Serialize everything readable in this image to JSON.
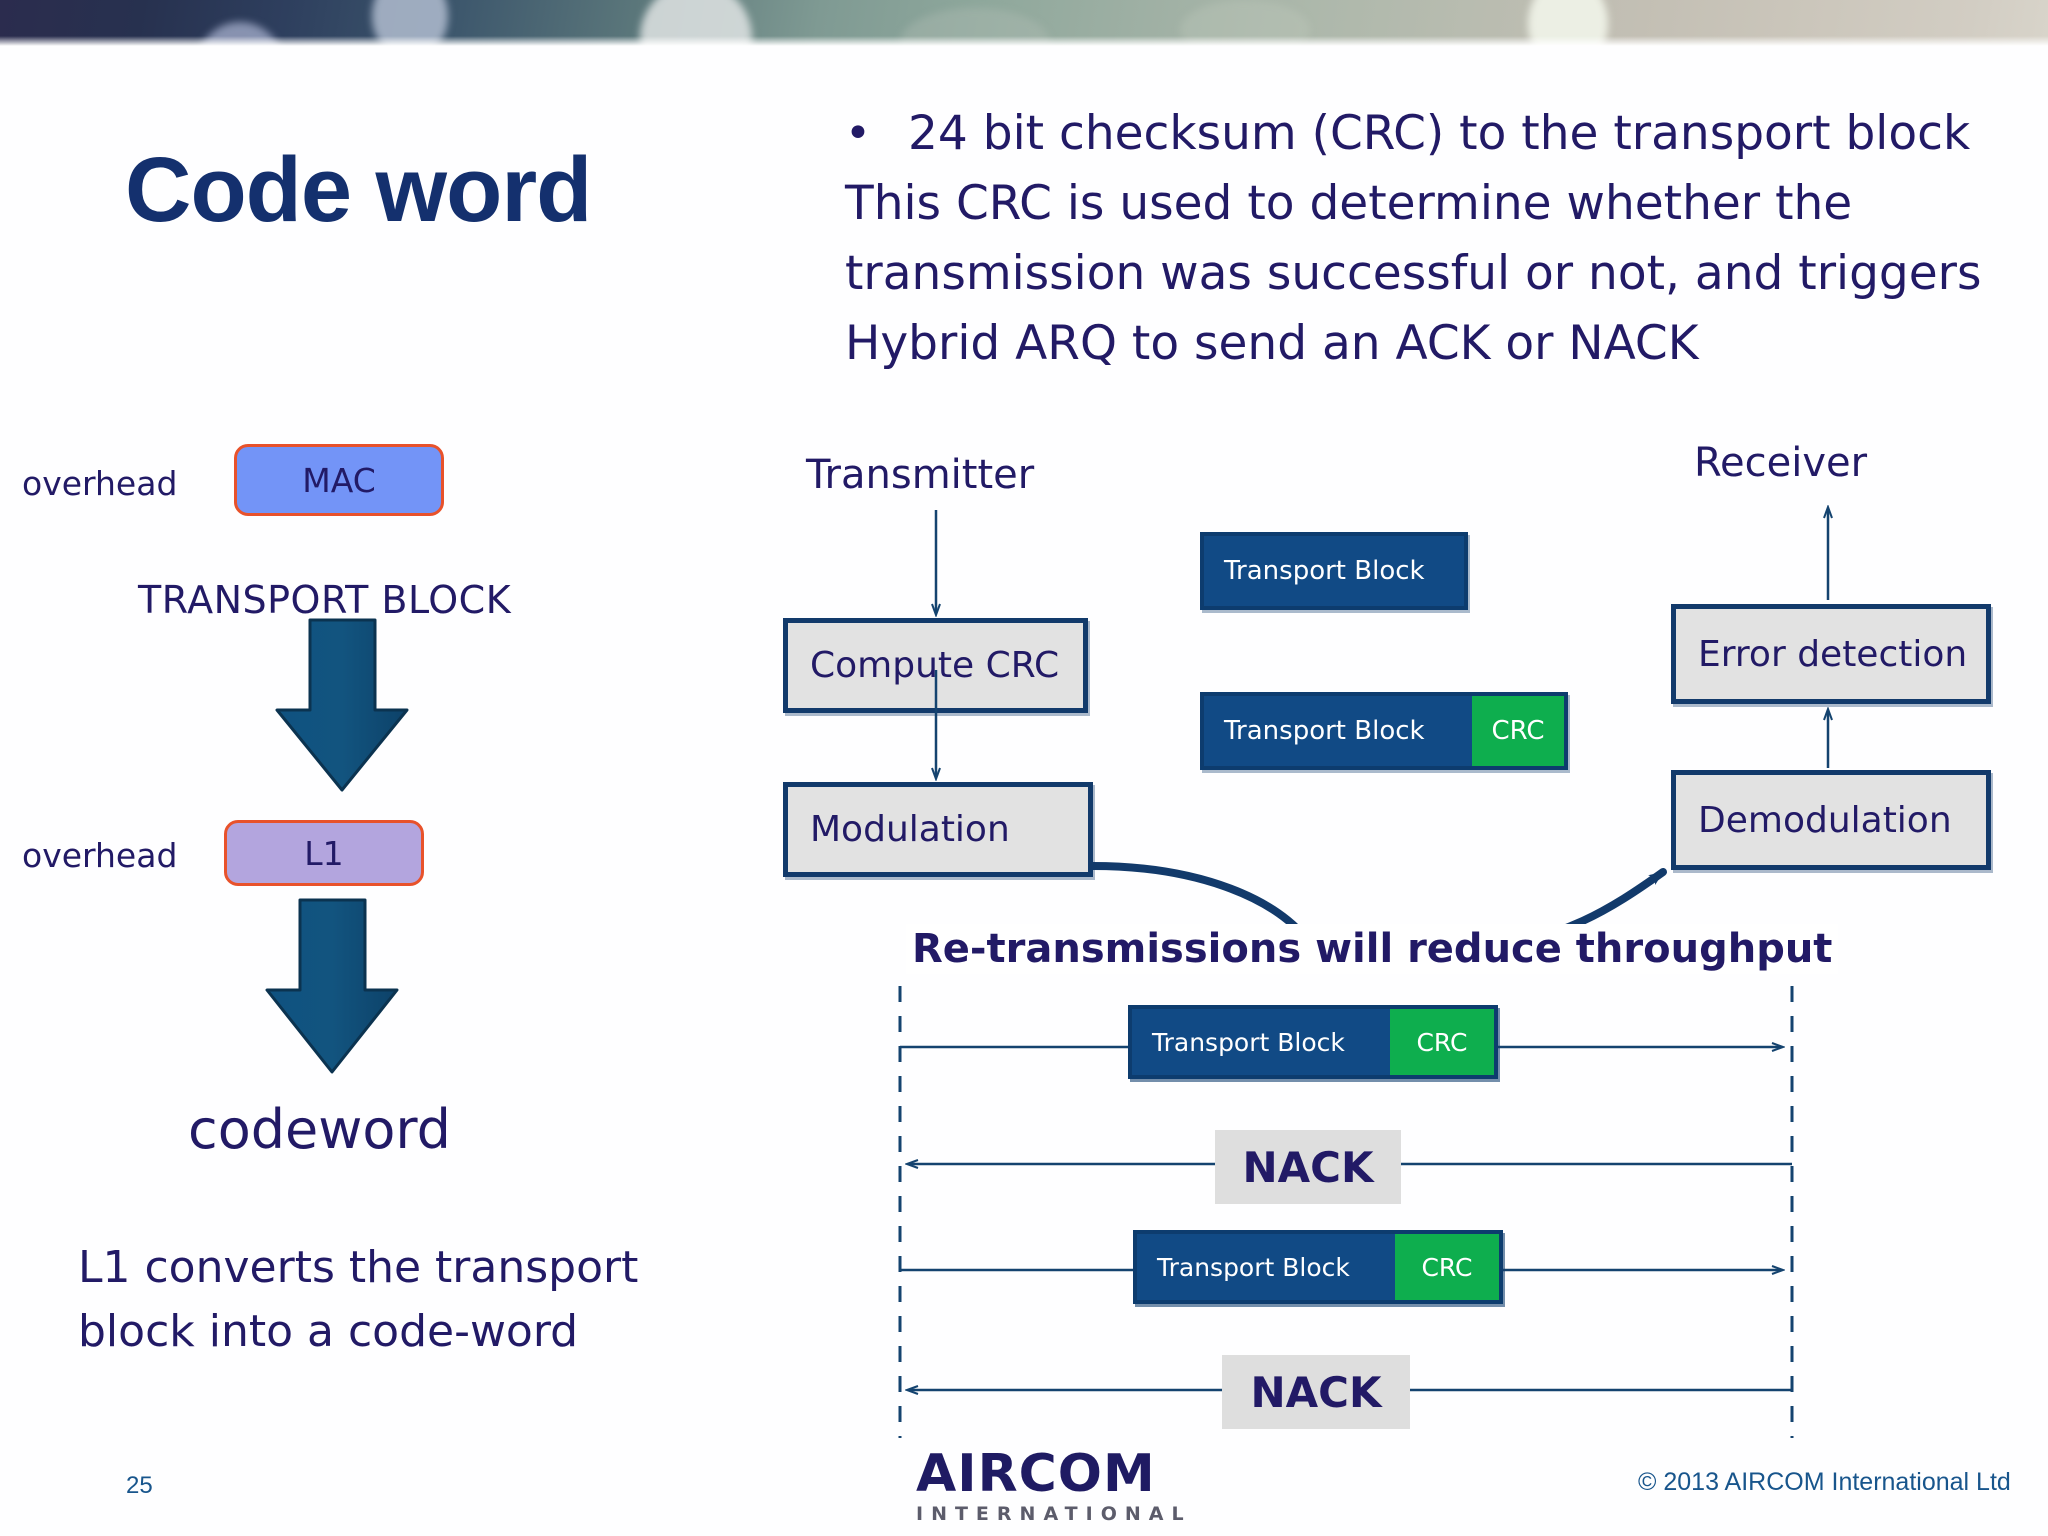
{
  "slide": {
    "title": "Code word",
    "page_number": "25",
    "copyright": "© 2013 AIRCOM International Ltd",
    "logo_main": "AIRCOM",
    "logo_sub": "INTERNATIONAL"
  },
  "bullet": {
    "marker": "•",
    "line1": "24 bit checksum (CRC) to the transport block",
    "line2": "This CRC is used to determine whether the",
    "line3": "transmission was successful or not, and triggers",
    "line4": "Hybrid ARQ to send an ACK or NACK"
  },
  "left_stack": {
    "overhead_top": "overhead",
    "mac_label": "MAC",
    "transport_block_label": "TRANSPORT BLOCK",
    "overhead_bottom": "overhead",
    "l1_label": "L1",
    "codeword_label": "codeword",
    "caption_line1": "L1 converts the transport",
    "caption_line2": "block into a code-word"
  },
  "flow": {
    "transmitter_label": "Transmitter",
    "receiver_label": "Receiver",
    "compute_crc": "Compute CRC",
    "modulation": "Modulation",
    "error_detection": "Error detection",
    "demodulation": "Demodulation"
  },
  "blocks": {
    "transport_block": "Transport Block",
    "crc": "CRC"
  },
  "sequence": {
    "headline": "Re-transmissions will reduce throughput",
    "msg1_block": "Transport Block",
    "msg1_crc": "CRC",
    "nack1": "NACK",
    "msg2_block": "Transport Block",
    "msg2_crc": "CRC",
    "nack2": "NACK"
  },
  "colors": {
    "navy_text": "#221a66",
    "title_navy": "#14306e",
    "box_fill_gray": "#e2e2e2",
    "box_border_navy": "#123a6b",
    "transport_blue": "#114a85",
    "crc_green": "#0eae4e",
    "mac_blue": "#7394f7",
    "l1_purple": "#b3a5de",
    "accent_orange": "#e8522b",
    "arrow_navy": "#14436f",
    "footer_blue": "#18558c"
  }
}
